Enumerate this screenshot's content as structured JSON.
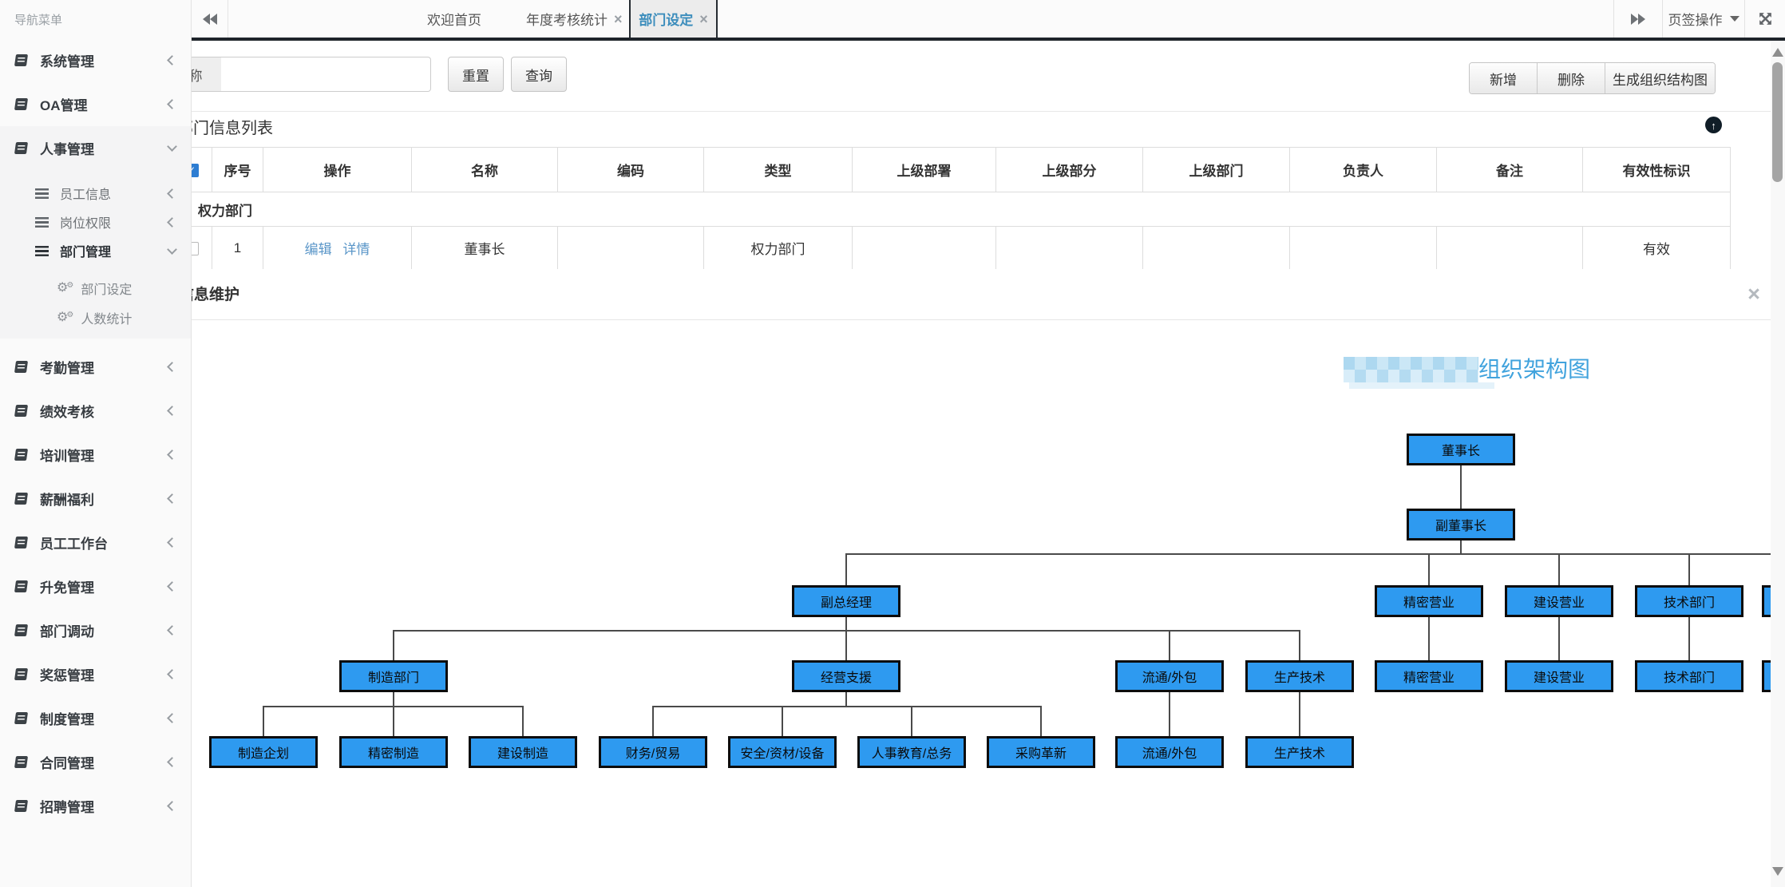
{
  "tabbar": {
    "operations_label": "页签操作",
    "tabs": [
      {
        "label": "欢迎首页",
        "closable": false,
        "active": false
      },
      {
        "label": "年度考核统计",
        "closable": true,
        "active": false
      },
      {
        "label": "部门设定",
        "closable": true,
        "active": true
      }
    ]
  },
  "sidebar": {
    "header": "导航菜单",
    "items": [
      {
        "label": "系统管理",
        "level": 1,
        "state": "collapsed"
      },
      {
        "label": "OA管理",
        "level": 1,
        "state": "collapsed"
      },
      {
        "label": "人事管理",
        "level": 1,
        "state": "expanded"
      },
      {
        "label": "员工信息",
        "level": 2,
        "state": "collapsed"
      },
      {
        "label": "岗位权限",
        "level": 2,
        "state": "collapsed"
      },
      {
        "label": "部门管理",
        "level": 2,
        "state": "expanded"
      },
      {
        "label": "部门设定",
        "level": 3
      },
      {
        "label": "人数统计",
        "level": 3
      },
      {
        "label": "考勤管理",
        "level": 1,
        "state": "collapsed"
      },
      {
        "label": "绩效考核",
        "level": 1,
        "state": "collapsed"
      },
      {
        "label": "培训管理",
        "level": 1,
        "state": "collapsed"
      },
      {
        "label": "薪酬福利",
        "level": 1,
        "state": "collapsed"
      },
      {
        "label": "员工工作台",
        "level": 1,
        "state": "collapsed"
      },
      {
        "label": "升免管理",
        "level": 1,
        "state": "collapsed"
      },
      {
        "label": "部门调动",
        "level": 1,
        "state": "collapsed"
      },
      {
        "label": "奖惩管理",
        "level": 1,
        "state": "collapsed"
      },
      {
        "label": "制度管理",
        "level": 1,
        "state": "collapsed"
      },
      {
        "label": "合同管理",
        "level": 1,
        "state": "collapsed"
      },
      {
        "label": "招聘管理",
        "level": 1,
        "state": "collapsed"
      }
    ]
  },
  "toolbar": {
    "name_label": "名称",
    "name_value": "",
    "reset_label": "重置",
    "search_label": "查询",
    "add_label": "新增",
    "delete_label": "删除",
    "generate_label": "生成组织结构图"
  },
  "list_panel": {
    "title": "部门信息列表",
    "headers": [
      "序号",
      "操作",
      "名称",
      "编码",
      "类型",
      "上级部署",
      "上级部分",
      "上级部门",
      "负责人",
      "备注",
      "有效性标识"
    ],
    "group_label": "权力部门",
    "row": {
      "seq": "1",
      "action_edit": "编辑",
      "action_detail": "详情",
      "name": "董事长",
      "code": "",
      "type": "权力部门",
      "parent_dept1": "",
      "parent_dept2": "",
      "parent_dept3": "",
      "manager": "",
      "remark": "",
      "validity": "有效"
    }
  },
  "maintain_panel": {
    "title": "部门信息维护"
  },
  "org_chart": {
    "title": "组织架构图",
    "company_name_censored": true,
    "nodes": [
      {
        "label": "董事长",
        "parent": null
      },
      {
        "label": "副董事长",
        "parent": "董事长"
      },
      {
        "label": "副总经理",
        "parent": "副董事长"
      },
      {
        "label": "精密营业",
        "parent": "副董事长"
      },
      {
        "label": "建设营业",
        "parent": "副董事长"
      },
      {
        "label": "技术部门",
        "parent": "副董事长"
      },
      {
        "label": "制造部门",
        "parent": "副总经理"
      },
      {
        "label": "经营支援",
        "parent": "副总经理"
      },
      {
        "label": "流通/外包",
        "parent": "副总经理"
      },
      {
        "label": "生产技术",
        "parent": "副总经理"
      },
      {
        "label": "精密营业",
        "parent": "精密营业"
      },
      {
        "label": "建设营业",
        "parent": "建设营业"
      },
      {
        "label": "技术部门",
        "parent": "技术部门"
      },
      {
        "label": "制造企划",
        "parent": "制造部门"
      },
      {
        "label": "精密制造",
        "parent": "制造部门"
      },
      {
        "label": "建设制造",
        "parent": "制造部门"
      },
      {
        "label": "财务/贸易",
        "parent": "经营支援"
      },
      {
        "label": "安全/资材/设备",
        "parent": "经营支援"
      },
      {
        "label": "人事教育/总务",
        "parent": "经营支援"
      },
      {
        "label": "采购革新",
        "parent": "经营支援"
      },
      {
        "label": "流通/外包",
        "parent": "流通/外包"
      },
      {
        "label": "生产技术",
        "parent": "生产技术"
      }
    ]
  },
  "colors": {
    "accent": "#3c8dbc",
    "org_box_fill": "#2e9af0",
    "org_title_blue": "#41a3dd",
    "link": "#5a96c8",
    "tabbar_border": "#1e242a"
  }
}
